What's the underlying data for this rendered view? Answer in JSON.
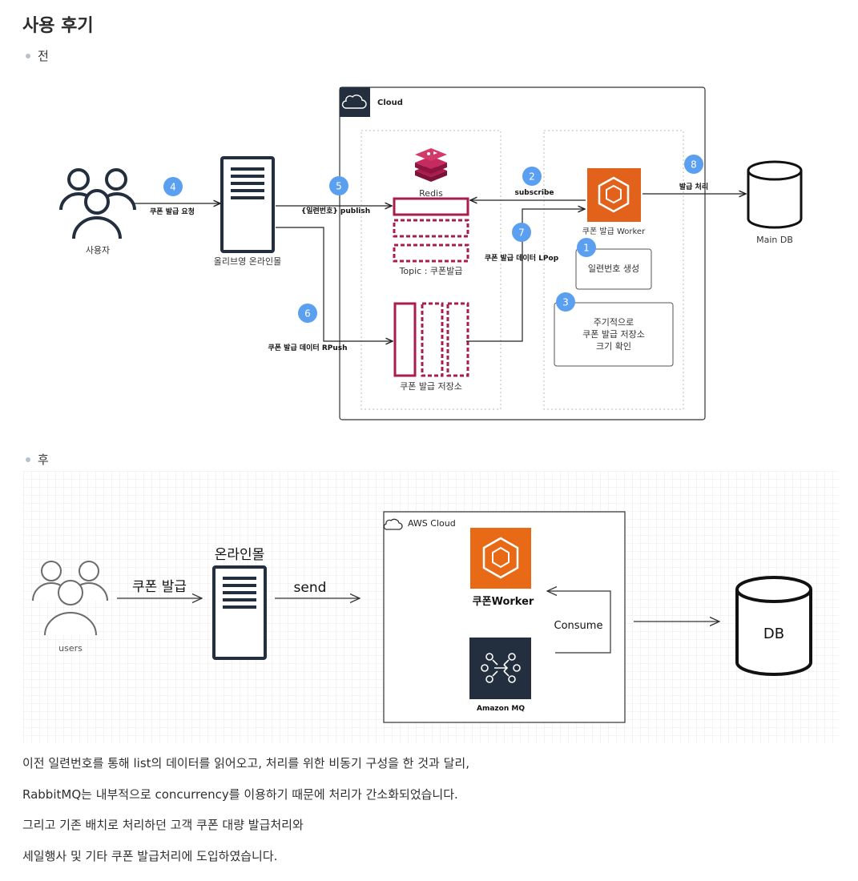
{
  "page": {
    "title": "사용 후기"
  },
  "before": {
    "bullet": "전",
    "cloud_label": "Cloud",
    "user_label": "사용자",
    "server_label": "올리브영 온라인몰",
    "redis_label": "Redis",
    "topic_label": "Topic : 쿠폰발급",
    "store_label": "쿠폰 발급 저장소",
    "worker_label": "쿠폰 발급 Worker",
    "db_label": "Main DB",
    "box1_text": "일련번호 생성",
    "box3_lines": [
      "주기적으로",
      "쿠폰 발급 저장소",
      "크기 확인"
    ],
    "steps": {
      "s1": {
        "num": "1"
      },
      "s2": {
        "num": "2",
        "label": "subscribe"
      },
      "s3": {
        "num": "3"
      },
      "s4": {
        "num": "4",
        "label": "쿠폰 발급 요청"
      },
      "s5": {
        "num": "5",
        "label": "{일련번호} publish"
      },
      "s6": {
        "num": "6",
        "label": "쿠폰 발급 데이터 RPush"
      },
      "s7": {
        "num": "7",
        "label": "쿠폰 발급 데이터 LPop"
      },
      "s8": {
        "num": "8",
        "label": "발급 처리"
      }
    }
  },
  "after": {
    "bullet": "후",
    "users_label": "users",
    "issue_label": "쿠폰 발급",
    "mall_label": "온라인몰",
    "send_label": "send",
    "aws_label": "AWS Cloud",
    "worker_label": "쿠폰Worker",
    "consume_label": "Consume",
    "mq_label": "Amazon MQ",
    "db_label": "DB"
  },
  "paragraphs": [
    "이전 일련번호를 통해 list의 데이터를 읽어오고, 처리를 위한 비동기 구성을 한 것과 달리,",
    "RabbitMQ는 내부적으로 concurrency를 이용하기 때문에 처리가 간소화되었습니다.",
    "그리고 기존 배치로 처리하던 고객 쿠폰 대량 발급처리와",
    "세일행사 및 기타 쿠폰 발급처리에 도입하였습니다."
  ],
  "colors": {
    "step_circle": "#5b9ff0",
    "redis_red": "#a91c4d",
    "aws_orange": "#e86a17",
    "mq_dark": "#232f3e"
  }
}
